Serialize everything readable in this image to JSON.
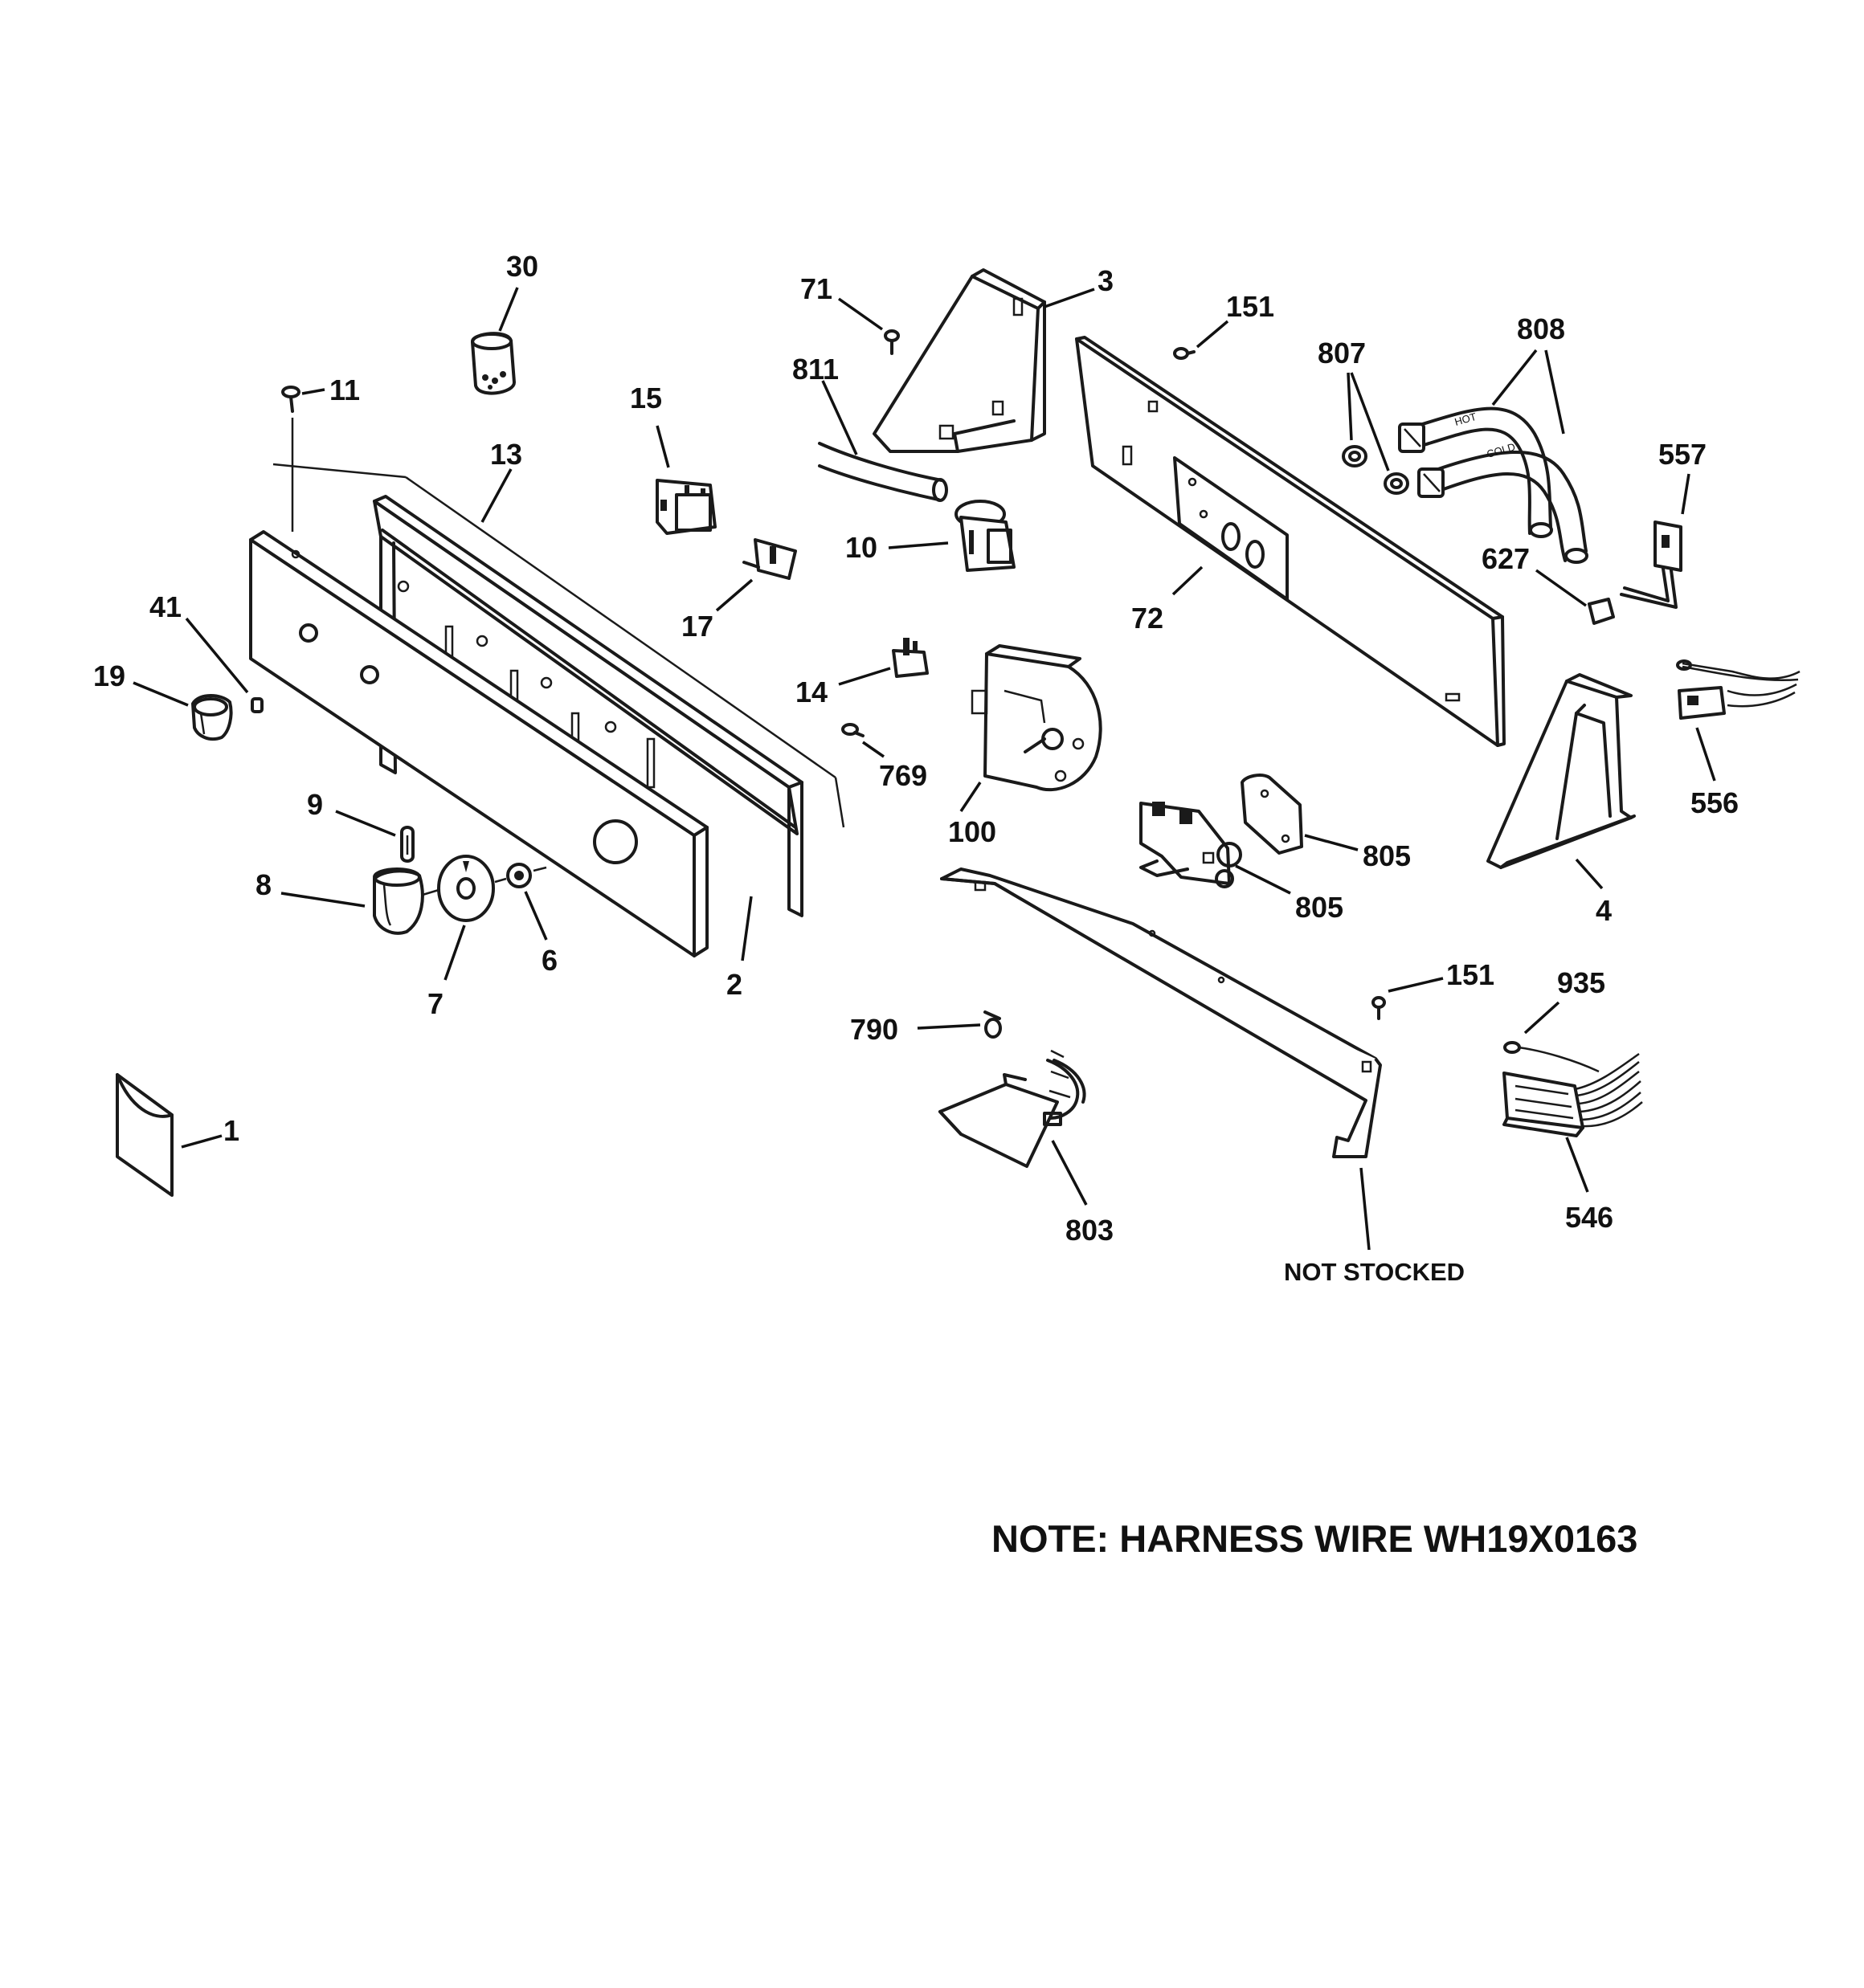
{
  "callouts": {
    "c30": "30",
    "c11": "11",
    "c13": "13",
    "c15": "15",
    "c17": "17",
    "c71": "71",
    "c811": "811",
    "c3": "3",
    "c10": "10",
    "c151a": "151",
    "c807": "807",
    "c808": "808",
    "c557": "557",
    "c627": "627",
    "c72": "72",
    "c41": "41",
    "c19": "19",
    "c14": "14",
    "c769": "769",
    "c100": "100",
    "c9": "9",
    "c8": "8",
    "c7": "7",
    "c6": "6",
    "c2": "2",
    "c805a": "805",
    "c805b": "805",
    "c556": "556",
    "c4": "4",
    "c151b": "151",
    "c935": "935",
    "c790": "790",
    "c803": "803",
    "c546": "546",
    "c1": "1"
  },
  "labels": {
    "not_stocked": "NOT STOCKED",
    "note": "NOTE: HARNESS WIRE WH19X0163",
    "hot": "HOT",
    "cold": "COLD"
  }
}
